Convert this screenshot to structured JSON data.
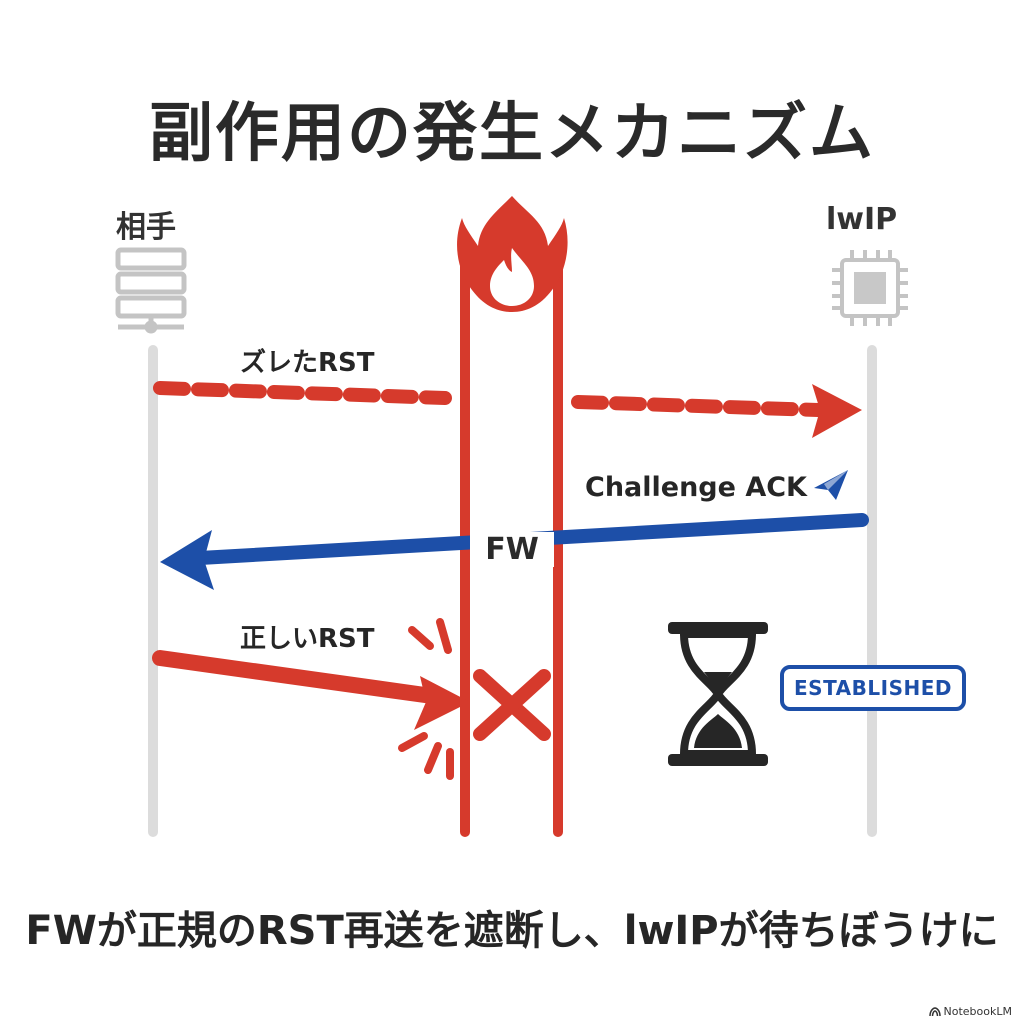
{
  "title": "副作用の発生メカニズム",
  "nodes": {
    "peer": {
      "label": "相手",
      "icon": "server-icon"
    },
    "lwip": {
      "label": "lwIP",
      "icon": "chip-icon"
    },
    "firewall": {
      "label": "FW",
      "icon": "flame-icon"
    }
  },
  "messages": {
    "misaligned_rst": "ズレたRST",
    "challenge_ack": "Challenge ACK",
    "correct_rst": "正しいRST"
  },
  "state_badge": "ESTABLISHED",
  "caption": "FWが正規のRST再送を遮断し、lwIPが待ちぼうけに",
  "watermark": "NotebookLM",
  "colors": {
    "red": "#d63a2c",
    "blue": "#1d4fa8",
    "gray": "#c8c8c8",
    "dark": "#262626"
  }
}
